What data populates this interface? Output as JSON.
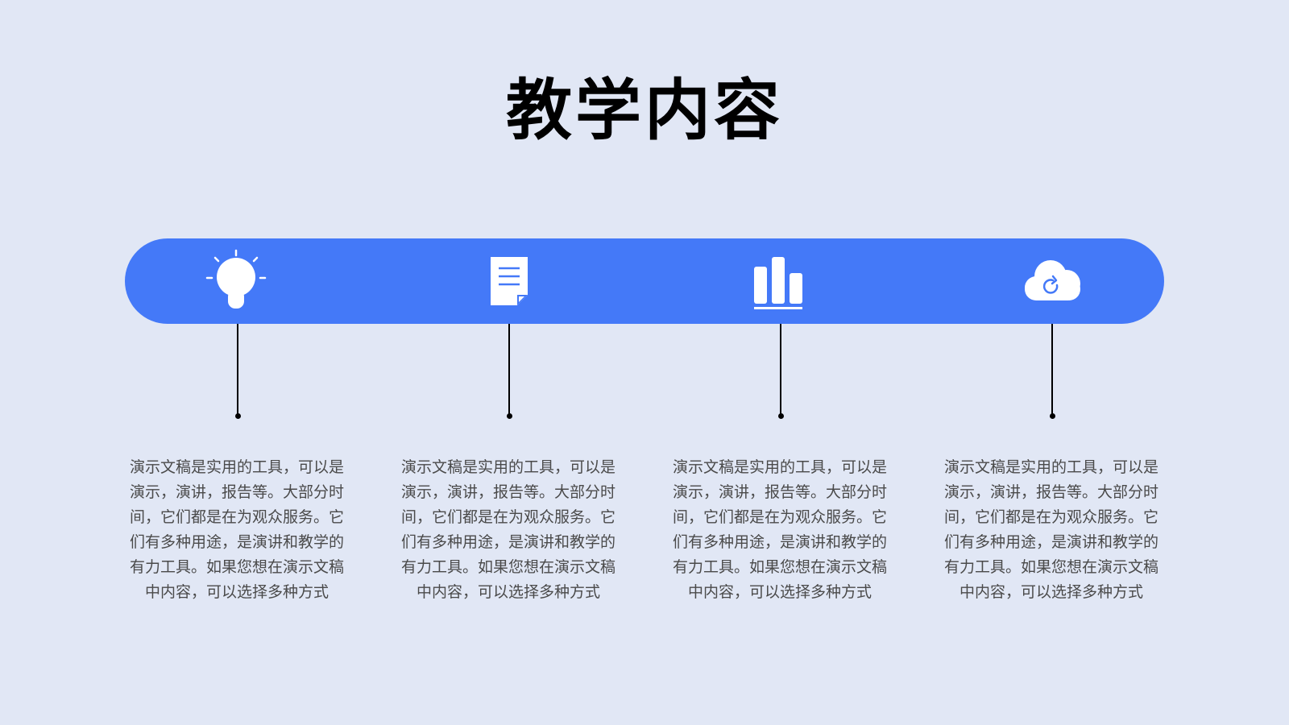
{
  "title": "教学内容",
  "colors": {
    "background": "#e1e7f5",
    "bar": "#4479f8",
    "icon": "#ffffff",
    "line": "#000000",
    "text": "#4a4a4a"
  },
  "items": [
    {
      "icon": "lightbulb-icon",
      "text": "演示文稿是实用的工具，可以是演示，演讲，报告等。大部分时间，它们都是在为观众服务。它们有多种用途，是演讲和教学的有力工具。如果您想在演示文稿中内容，可以选择多种方式"
    },
    {
      "icon": "document-icon",
      "text": "演示文稿是实用的工具，可以是演示，演讲，报告等。大部分时间，它们都是在为观众服务。它们有多种用途，是演讲和教学的有力工具。如果您想在演示文稿中内容，可以选择多种方式"
    },
    {
      "icon": "bar-chart-icon",
      "text": "演示文稿是实用的工具，可以是演示，演讲，报告等。大部分时间，它们都是在为观众服务。它们有多种用途，是演讲和教学的有力工具。如果您想在演示文稿中内容，可以选择多种方式"
    },
    {
      "icon": "cloud-sync-icon",
      "text": "演示文稿是实用的工具，可以是演示，演讲，报告等。大部分时间，它们都是在为观众服务。它们有多种用途，是演讲和教学的有力工具。如果您想在演示文稿中内容，可以选择多种方式"
    }
  ]
}
